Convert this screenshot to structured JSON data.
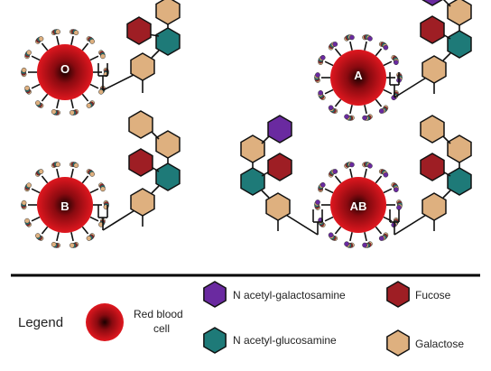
{
  "cells": [
    {
      "label": "O",
      "terminal": "none"
    },
    {
      "label": "A",
      "terminal": "n-acetyl-galactosamine"
    },
    {
      "label": "B",
      "terminal": "galactose"
    },
    {
      "label": "AB",
      "terminal": "both"
    }
  ],
  "legend": {
    "title": "Legend",
    "red_blood_cell_line1": "Red blood",
    "red_blood_cell_line2": "cell",
    "n_acetyl_galactosamine": "N acetyl-galactosamine",
    "n_acetyl_glucosamine": "N acetyl-glucosamine",
    "fucose": "Fucose",
    "galactose": "Galactose"
  },
  "colors": {
    "n_acetyl_galactosamine": "#6a2aa0",
    "n_acetyl_glucosamine": "#1e7a78",
    "fucose": "#9e1e24",
    "galactose": "#deb07f",
    "rbc_center": "#1a0000",
    "rbc_edge": "#e0171f"
  }
}
